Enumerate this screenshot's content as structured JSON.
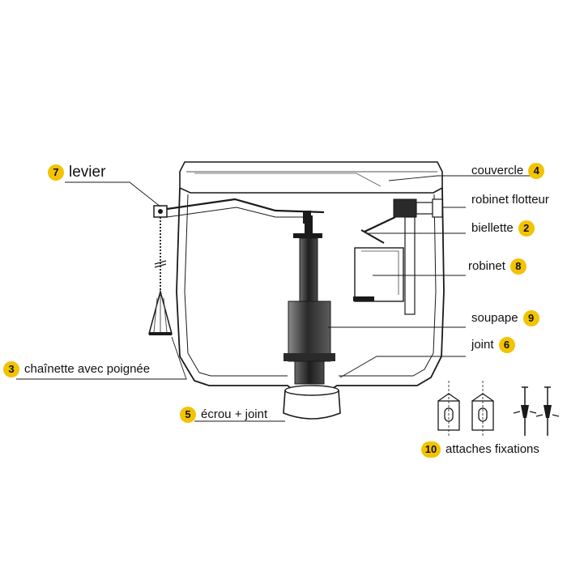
{
  "labels": {
    "levier": {
      "num": "7",
      "text": "levier"
    },
    "couvercle": {
      "num": "4",
      "text": "couvercle"
    },
    "robinet_flotteur": {
      "text": "robinet flotteur"
    },
    "biellette": {
      "num": "2",
      "text": "biellette"
    },
    "robinet": {
      "num": "8",
      "text": "robinet"
    },
    "soupape": {
      "num": "9",
      "text": "soupape"
    },
    "joint": {
      "num": "6",
      "text": "joint"
    },
    "chainette": {
      "num": "3",
      "text": "chaînette avec poignée"
    },
    "ecrou": {
      "num": "5",
      "text": "écrou + joint"
    },
    "attaches": {
      "num": "10",
      "text": "attaches fixations"
    }
  },
  "colors": {
    "badge": "#f2c300",
    "line": "#1a1a1a",
    "part": "#333333"
  }
}
